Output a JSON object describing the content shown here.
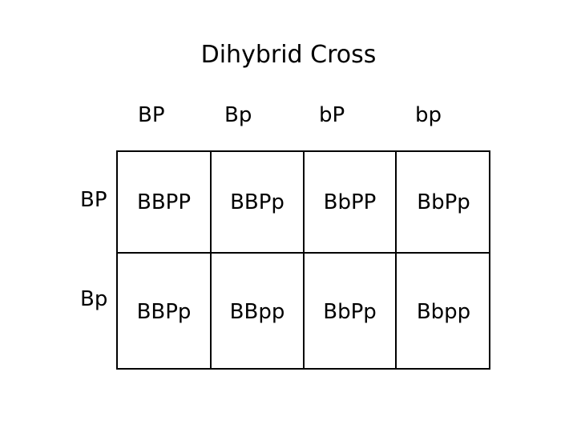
{
  "slide": {
    "title": "Dihybrid Cross",
    "background_color": "#ffffff",
    "text_color": "#000000",
    "border_color": "#000000"
  },
  "punnett": {
    "column_headers": [
      "BP",
      "Bp",
      "bP",
      "bp"
    ],
    "row_headers": [
      "BP",
      "Bp"
    ],
    "rows": [
      {
        "header": "BP",
        "cells": [
          "BBPP",
          "BBPp",
          "BbPP",
          "BbPp"
        ]
      },
      {
        "header": "Bp",
        "cells": [
          "BBPp",
          "BBpp",
          "BbPp",
          "Bbpp"
        ]
      }
    ]
  }
}
